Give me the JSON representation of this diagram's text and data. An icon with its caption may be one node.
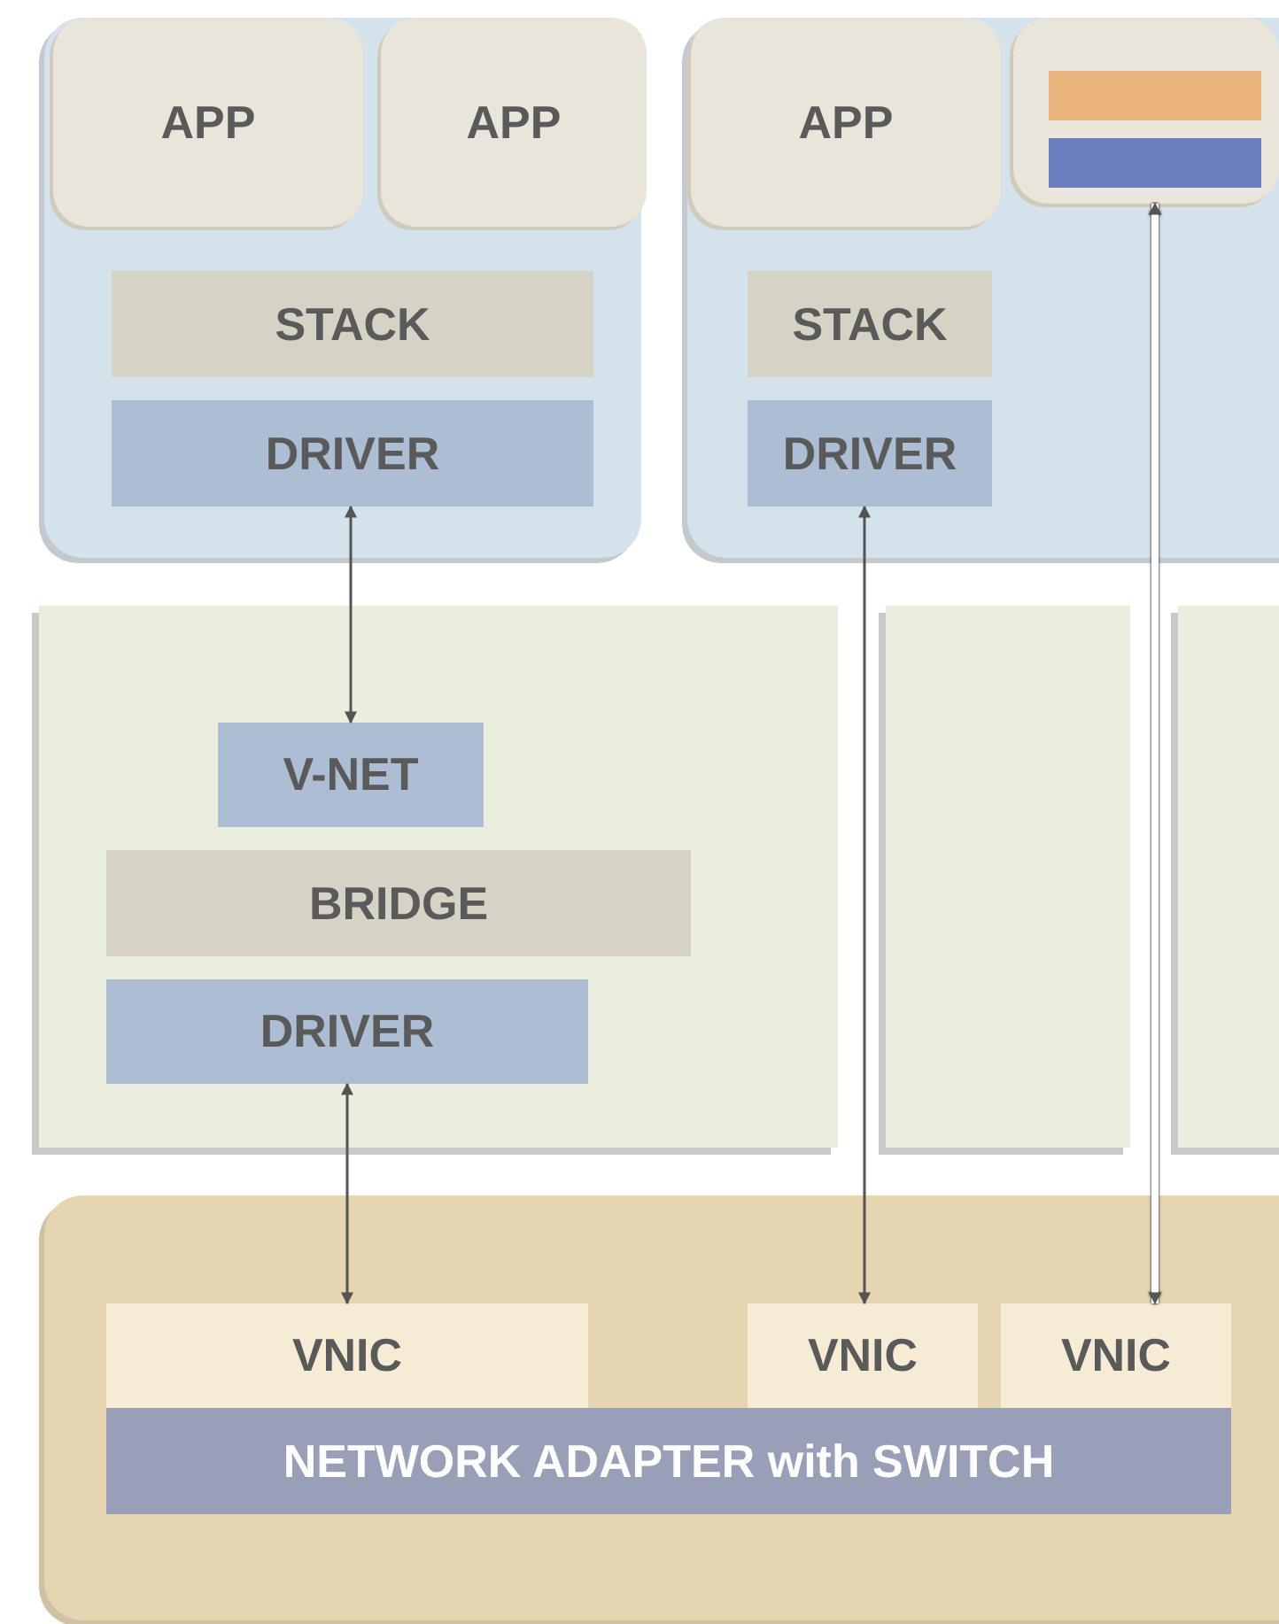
{
  "diagram": {
    "nodes": [
      {
        "text": [],
        "shape": "box"
      },
      {
        "text": [
          "APP"
        ],
        "in": 0
      },
      {
        "text": [
          "APP"
        ],
        "in": 0
      },
      {
        "text": [
          "STACK"
        ],
        "in": 0
      },
      {
        "text": [
          "DRIVER"
        ],
        "in": 0
      },
      {
        "text": [],
        "shape": "box"
      },
      {
        "text": [
          "APP"
        ],
        "in": 5
      },
      {
        "text": [],
        "shape": "box",
        "in": 5
      },
      {
        "text": [
          "STACK"
        ],
        "in": 5
      },
      {
        "text": [
          "DRIVER"
        ],
        "in": 5
      },
      {
        "text": [],
        "shape": "box"
      },
      {
        "text": [
          "V-NET"
        ],
        "in": 10
      },
      {
        "text": [
          "BRIDGE"
        ],
        "in": 10
      },
      {
        "text": [
          "DRIVER"
        ],
        "in": 10
      },
      {
        "text": [],
        "shape": "box"
      },
      {
        "text": [],
        "shape": "box"
      },
      {
        "text": [],
        "shape": "box"
      },
      {
        "text": [
          "VNIC"
        ],
        "in": 16
      },
      {
        "text": [
          "VNIC"
        ],
        "in": 16
      },
      {
        "text": [
          "VNIC"
        ],
        "in": 16
      },
      {
        "text": [
          "NETWORK ADAPTER with SWITCH"
        ],
        "in": 16
      }
    ],
    "edges": [
      {
        "from": 4,
        "to": 11,
        "arrow": "both"
      },
      {
        "from": 13,
        "to": 17,
        "arrow": "both"
      },
      {
        "from": 9,
        "to": 18,
        "arrow": "both"
      },
      {
        "from": 7,
        "to": 19,
        "arrow": "both",
        "style": "thick",
        "color": "#ffffff"
      }
    ]
  }
}
